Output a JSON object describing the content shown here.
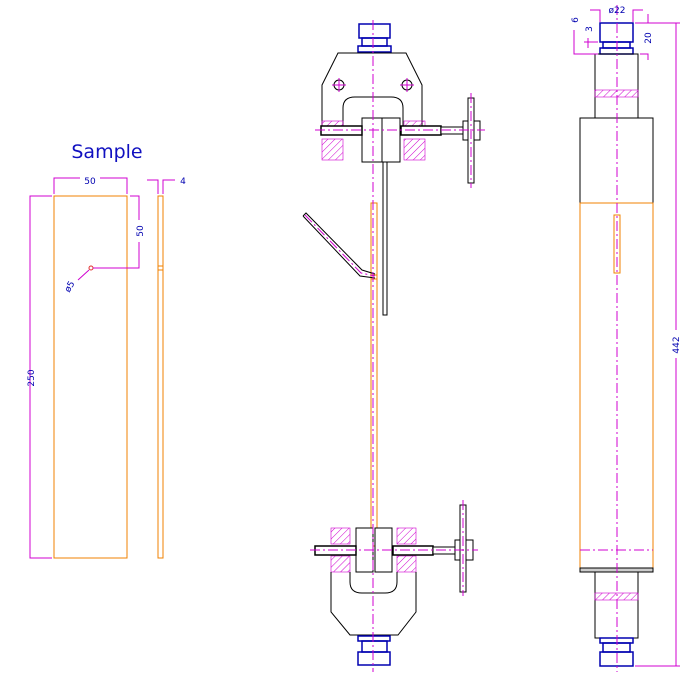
{
  "title": "Sample",
  "sample": {
    "width_dim": "50",
    "thickness_dim": "4",
    "length_dim": "250",
    "hole_offset_dim": "50",
    "hole_dim": "ø5"
  },
  "side_view": {
    "nut_diameter_dim": "ø22",
    "dim_6": "6",
    "dim_3": "3",
    "dim_20": "20",
    "overall_length_dim": "442"
  },
  "colors": {
    "specimen": "#f08000",
    "dimension": "#d000d0",
    "text": "#0000b0",
    "outline": "#000000"
  }
}
